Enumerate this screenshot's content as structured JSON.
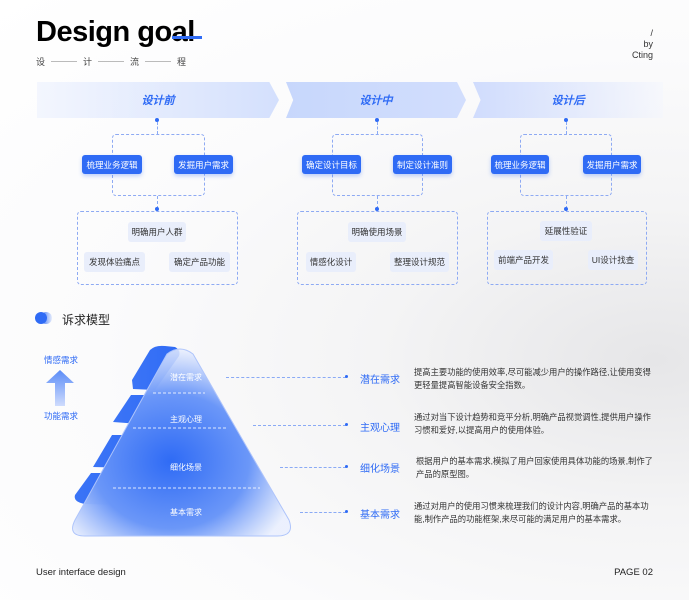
{
  "header": {
    "title": "Design goal",
    "steps": [
      "设",
      "计",
      "流",
      "程"
    ],
    "byline": [
      "/",
      "by",
      "Cting"
    ]
  },
  "phases": [
    {
      "label": "设计前",
      "buttons": [
        "梳理业务逻辑",
        "发掘用户需求"
      ],
      "chips": [
        "明确用户人群",
        "发现体验痛点",
        "确定产品功能"
      ]
    },
    {
      "label": "设计中",
      "buttons": [
        "确定设计目标",
        "制定设计准则"
      ],
      "chips": [
        "明确使用场景",
        "情感化设计",
        "整理设计规范"
      ]
    },
    {
      "label": "设计后",
      "buttons": [
        "梳理业务逻辑",
        "发掘用户需求"
      ],
      "chips": [
        "延展性验证",
        "前端产品开发",
        "UI设计找查"
      ]
    }
  ],
  "model": {
    "title": "诉求模型",
    "axis_top": "情感需求",
    "axis_bottom": "功能需求",
    "levels": [
      {
        "label": "潜在需求",
        "desc": "提高主要功能的使用效率,尽可能减少用户的操作路径,让使用变得更轻量提高智能设备安全指数。"
      },
      {
        "label": "主观心理",
        "desc": "通过对当下设计趋势和竞平分析,明确产品视觉调性,提供用户操作习惯和爱好,以提高用户的使用体验。"
      },
      {
        "label": "细化场景",
        "desc": "根据用户的基本需求,模拟了用户回家使用具体功能的场景,制作了产品的原型图。"
      },
      {
        "label": "基本需求",
        "desc": "通过对用户的使用习惯来梳理我们的设计内容,明确产品的基本功能,制作产品的功能框架,来尽可能的满足用户的基本需求。"
      }
    ]
  },
  "footer": {
    "left": "User interface design",
    "right": "PAGE 02"
  },
  "colors": {
    "accent": "#2f6bf5"
  }
}
